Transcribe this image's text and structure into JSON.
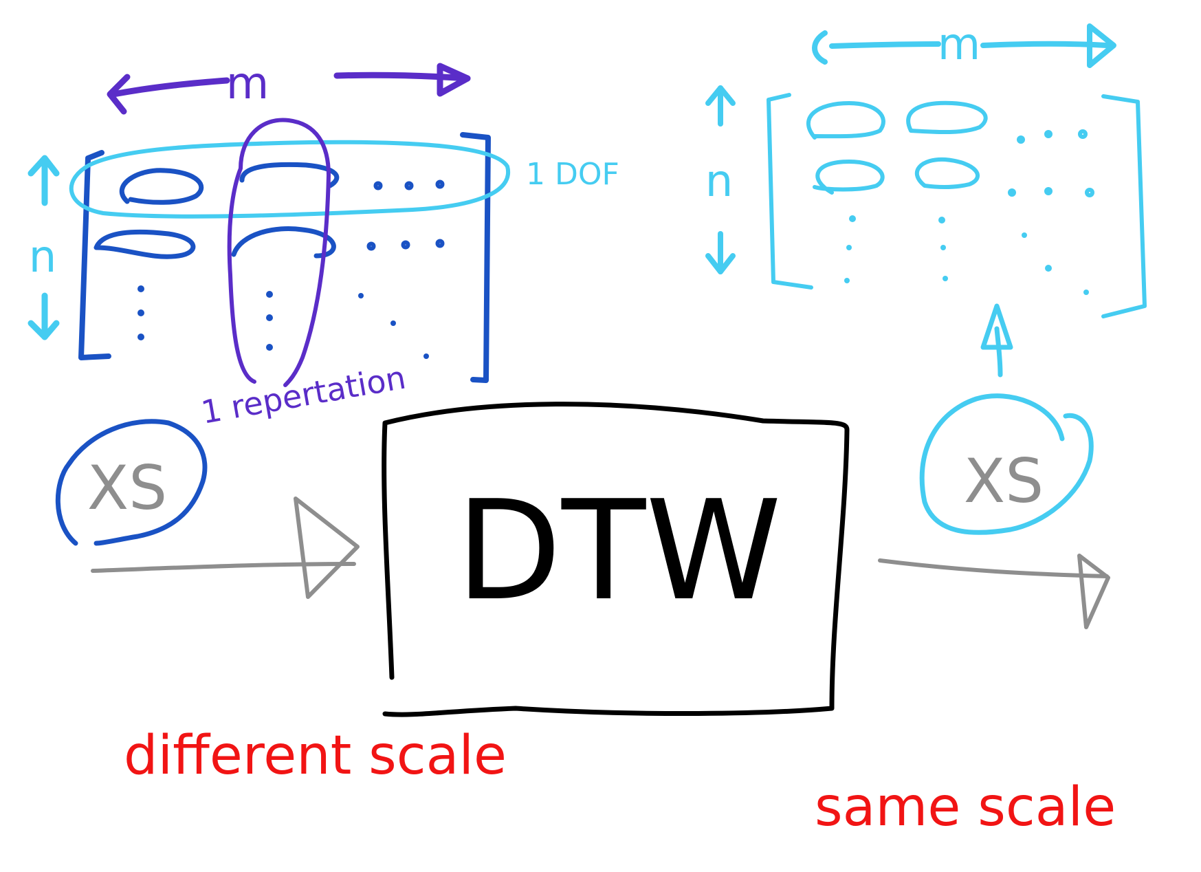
{
  "colors": {
    "left_matrix": "#1a52c4",
    "cyan": "#45ccf1",
    "purple": "#5a2dc8",
    "black": "#000000",
    "gray": "#8e8e8e",
    "red": "#f11414"
  },
  "left": {
    "m_label": "m",
    "n_label": "n",
    "dof_label": "1 DOF",
    "repetition_label": "1 repertation",
    "xs_label": "XS"
  },
  "center": {
    "box_label": "DTW"
  },
  "right": {
    "m_label": "m",
    "n_label": "n",
    "xs_label": "XS"
  },
  "captions": {
    "left": "different scale",
    "right": "same scale"
  }
}
